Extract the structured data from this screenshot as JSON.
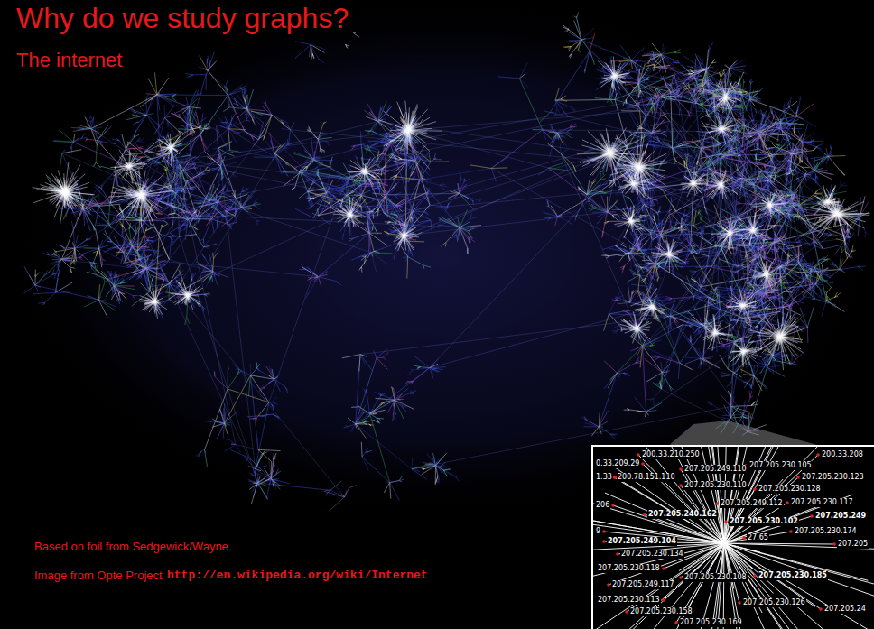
{
  "diagram": {
    "title": "Why do we study graphs?",
    "labels": [
      "The internet",
      "Based on foil from Sedgewick/Wayne.",
      "Image from Opte Project",
      "http://en.wikipedia.org/wiki/Internet",
      "200.33.210.250",
      "200.33.208",
      "0.33.209.29",
      "1.33",
      "200.78.151.110",
      "207.205.249.110",
      "207.205.230.110",
      "207.205.230.105",
      "207.205.230.123",
      "207.205.230.128",
      "206",
      "207.205.249.112",
      "207.205.230.117",
      "207.205.240.162",
      "207.205.230.102",
      "207.205.249",
      "9",
      "207.205.230.174",
      "207.205",
      "207.205.249.104",
      "27.65",
      "207.205.230.134",
      "207.205.230.118",
      "207.205.249.117",
      "207.205.230.108",
      "207.205.230.185",
      "207.205.230.113",
      "207.205.230.158",
      "207.205.230.126",
      "207.205.230.169",
      "207.205.24"
    ]
  }
}
